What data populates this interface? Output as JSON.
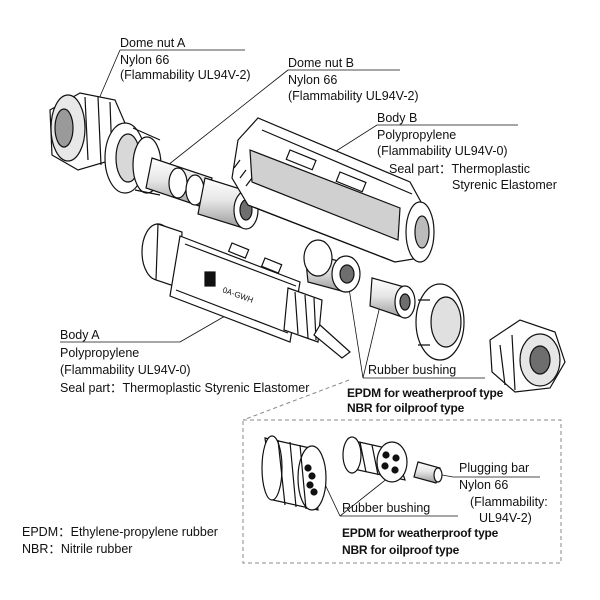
{
  "dome_nut_a": {
    "name": "Dome nut A",
    "material": "Nylon 66",
    "flammability": "(Flammability UL94V-2)"
  },
  "dome_nut_b": {
    "name": "Dome nut B",
    "material": "Nylon 66",
    "flammability": "(Flammability UL94V-2)"
  },
  "body_b": {
    "name": "Body B",
    "material": "Polypropylene",
    "flammability": "(Flammability UL94V-0)",
    "seal_line1": "Seal part：Thermoplastic",
    "seal_line2": "Styrenic Elastomer"
  },
  "body_a": {
    "name": "Body A",
    "material": "Polypropylene",
    "flammability": "(Flammability UL94V-0)",
    "seal": "Seal part：Thermoplastic Styrenic Elastomer",
    "marking": "0A-GWH"
  },
  "rubber_bushing_main": {
    "name": "Rubber bushing",
    "line1": "EPDM for weatherproof type",
    "line2": "NBR for oilproof type"
  },
  "rubber_bushing_inset": {
    "name": "Rubber bushing",
    "line1": "EPDM for weatherproof type",
    "line2": "NBR for oilproof type"
  },
  "plugging_bar": {
    "name": "Plugging bar",
    "material": "Nylon 66",
    "flammability1": "(Flammability:",
    "flammability2": "UL94V-2)"
  },
  "legend": {
    "epdm": "EPDM：Ethylene-propylene rubber",
    "nbr": "NBR：Nitrile rubber"
  },
  "colors": {
    "line": "#111111",
    "part_fill": "#ffffff",
    "shade": "#cfcfcf",
    "dark": "#6e6e6e",
    "inset_border": "#888888"
  }
}
